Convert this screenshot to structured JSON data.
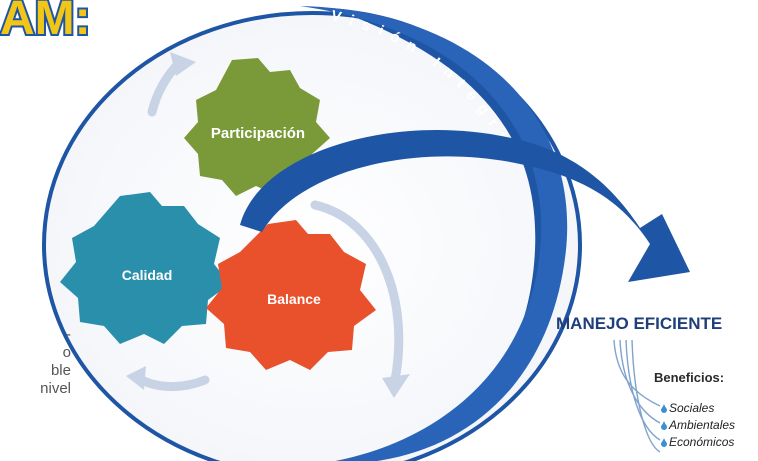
{
  "header": {
    "logo_fragment": "AM:"
  },
  "ring_title": "Visión Integral",
  "gears": {
    "participacion": {
      "label": "Participación",
      "color": "#7a9a3a"
    },
    "calidad": {
      "label": "Calidad",
      "color": "#2a8fab"
    },
    "balance": {
      "label": "Balance",
      "color": "#e8512c"
    }
  },
  "outcome": {
    "title": "MANEJO EFICIENTE"
  },
  "benefits": {
    "title": "Beneficios:",
    "items": [
      "Sociales",
      "Ambientales",
      "Económicos"
    ]
  },
  "side_text": "-\no\nble\nnivel",
  "colors": {
    "ring_blue": "#1e55a5",
    "ring_dark": "#123a7a",
    "logo_yellow": "#f2c617",
    "outcome_blue": "#1e3f7a",
    "cycle_arrow": "#c9d3e6",
    "drop_blue": "#3a8fd6"
  }
}
